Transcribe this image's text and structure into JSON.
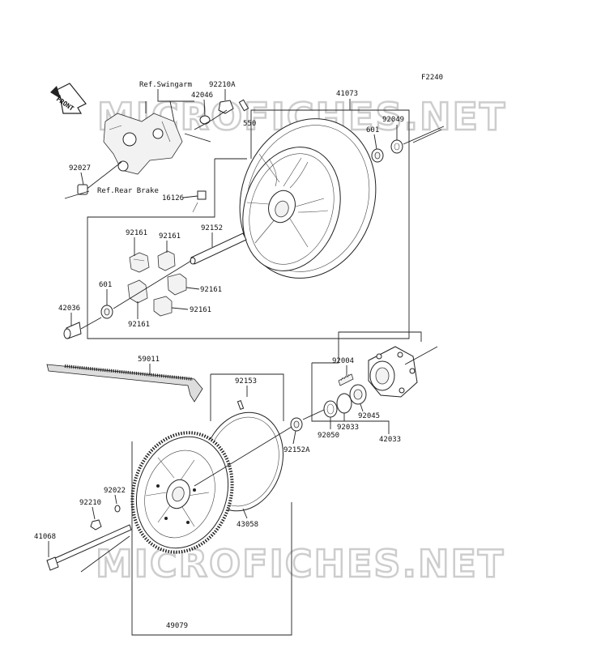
{
  "figure_code": "F2240",
  "watermark": "MICROFICHES.NET",
  "direction_arrow": "FRONT",
  "references": {
    "swingarm": "Ref.Swingarm",
    "rear_brake": "Ref.Rear Brake"
  },
  "part_labels": {
    "p92210A": "92210A",
    "p42046": "42046",
    "p550": "550",
    "p41073": "41073",
    "p601_top": "601",
    "p92049": "92049",
    "p92027": "92027",
    "p16126": "16126",
    "p92152": "92152",
    "p92161_a": "92161",
    "p92161_b": "92161",
    "p92161_c": "92161",
    "p92161_d": "92161",
    "p92161_e": "92161",
    "p601_left": "601",
    "p42036": "42036",
    "p59011": "59011",
    "p92153": "92153",
    "p92004": "92004",
    "p92045": "92045",
    "p92033": "92033",
    "p92050": "92050",
    "p42033": "42033",
    "p92152A": "92152A",
    "p92022": "92022",
    "p92210": "92210",
    "p41068": "41068",
    "p43058": "43058",
    "p49079": "49079"
  }
}
